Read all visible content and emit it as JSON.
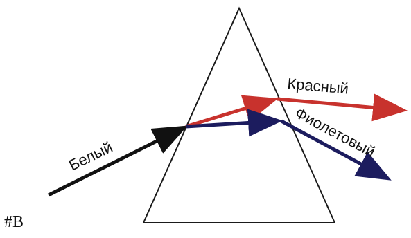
{
  "labels": {
    "incoming": "Белый",
    "red": "Красный",
    "violet": "Фиолетовый",
    "corner": "#B"
  },
  "colors": {
    "prism": "#1a1a1a",
    "white_ray": "#111111",
    "red_ray": "#c8322d",
    "violet_ray": "#1c1c5e",
    "text": "#111111"
  }
}
